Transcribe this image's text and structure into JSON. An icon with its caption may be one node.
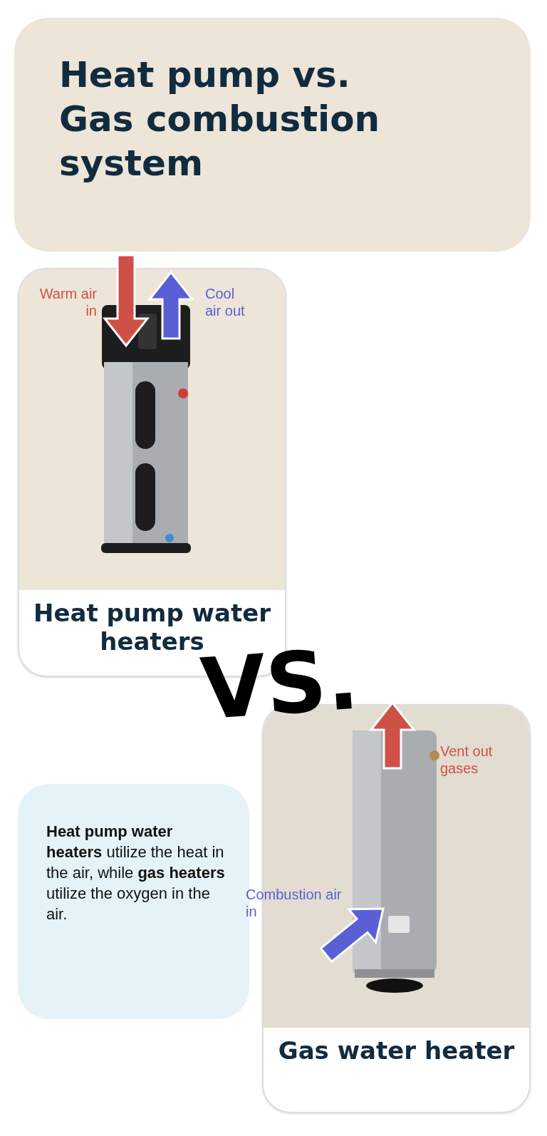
{
  "diagram": {
    "title": "Heat pump vs. Gas combustion system",
    "nodes": [
      {
        "text": [
          "Heat pump water heaters"
        ]
      },
      {
        "text": [
          "Gas water heater"
        ]
      },
      {
        "text": [
          "**Heat pump water heaters** utilize the heat in the air, while **gas heaters** utilize the oxygen in the air."
        ]
      }
    ],
    "labels": [
      "Warm air in",
      "Cool air out",
      "VS.",
      "Vent out gases",
      "Combustion air in"
    ]
  }
}
